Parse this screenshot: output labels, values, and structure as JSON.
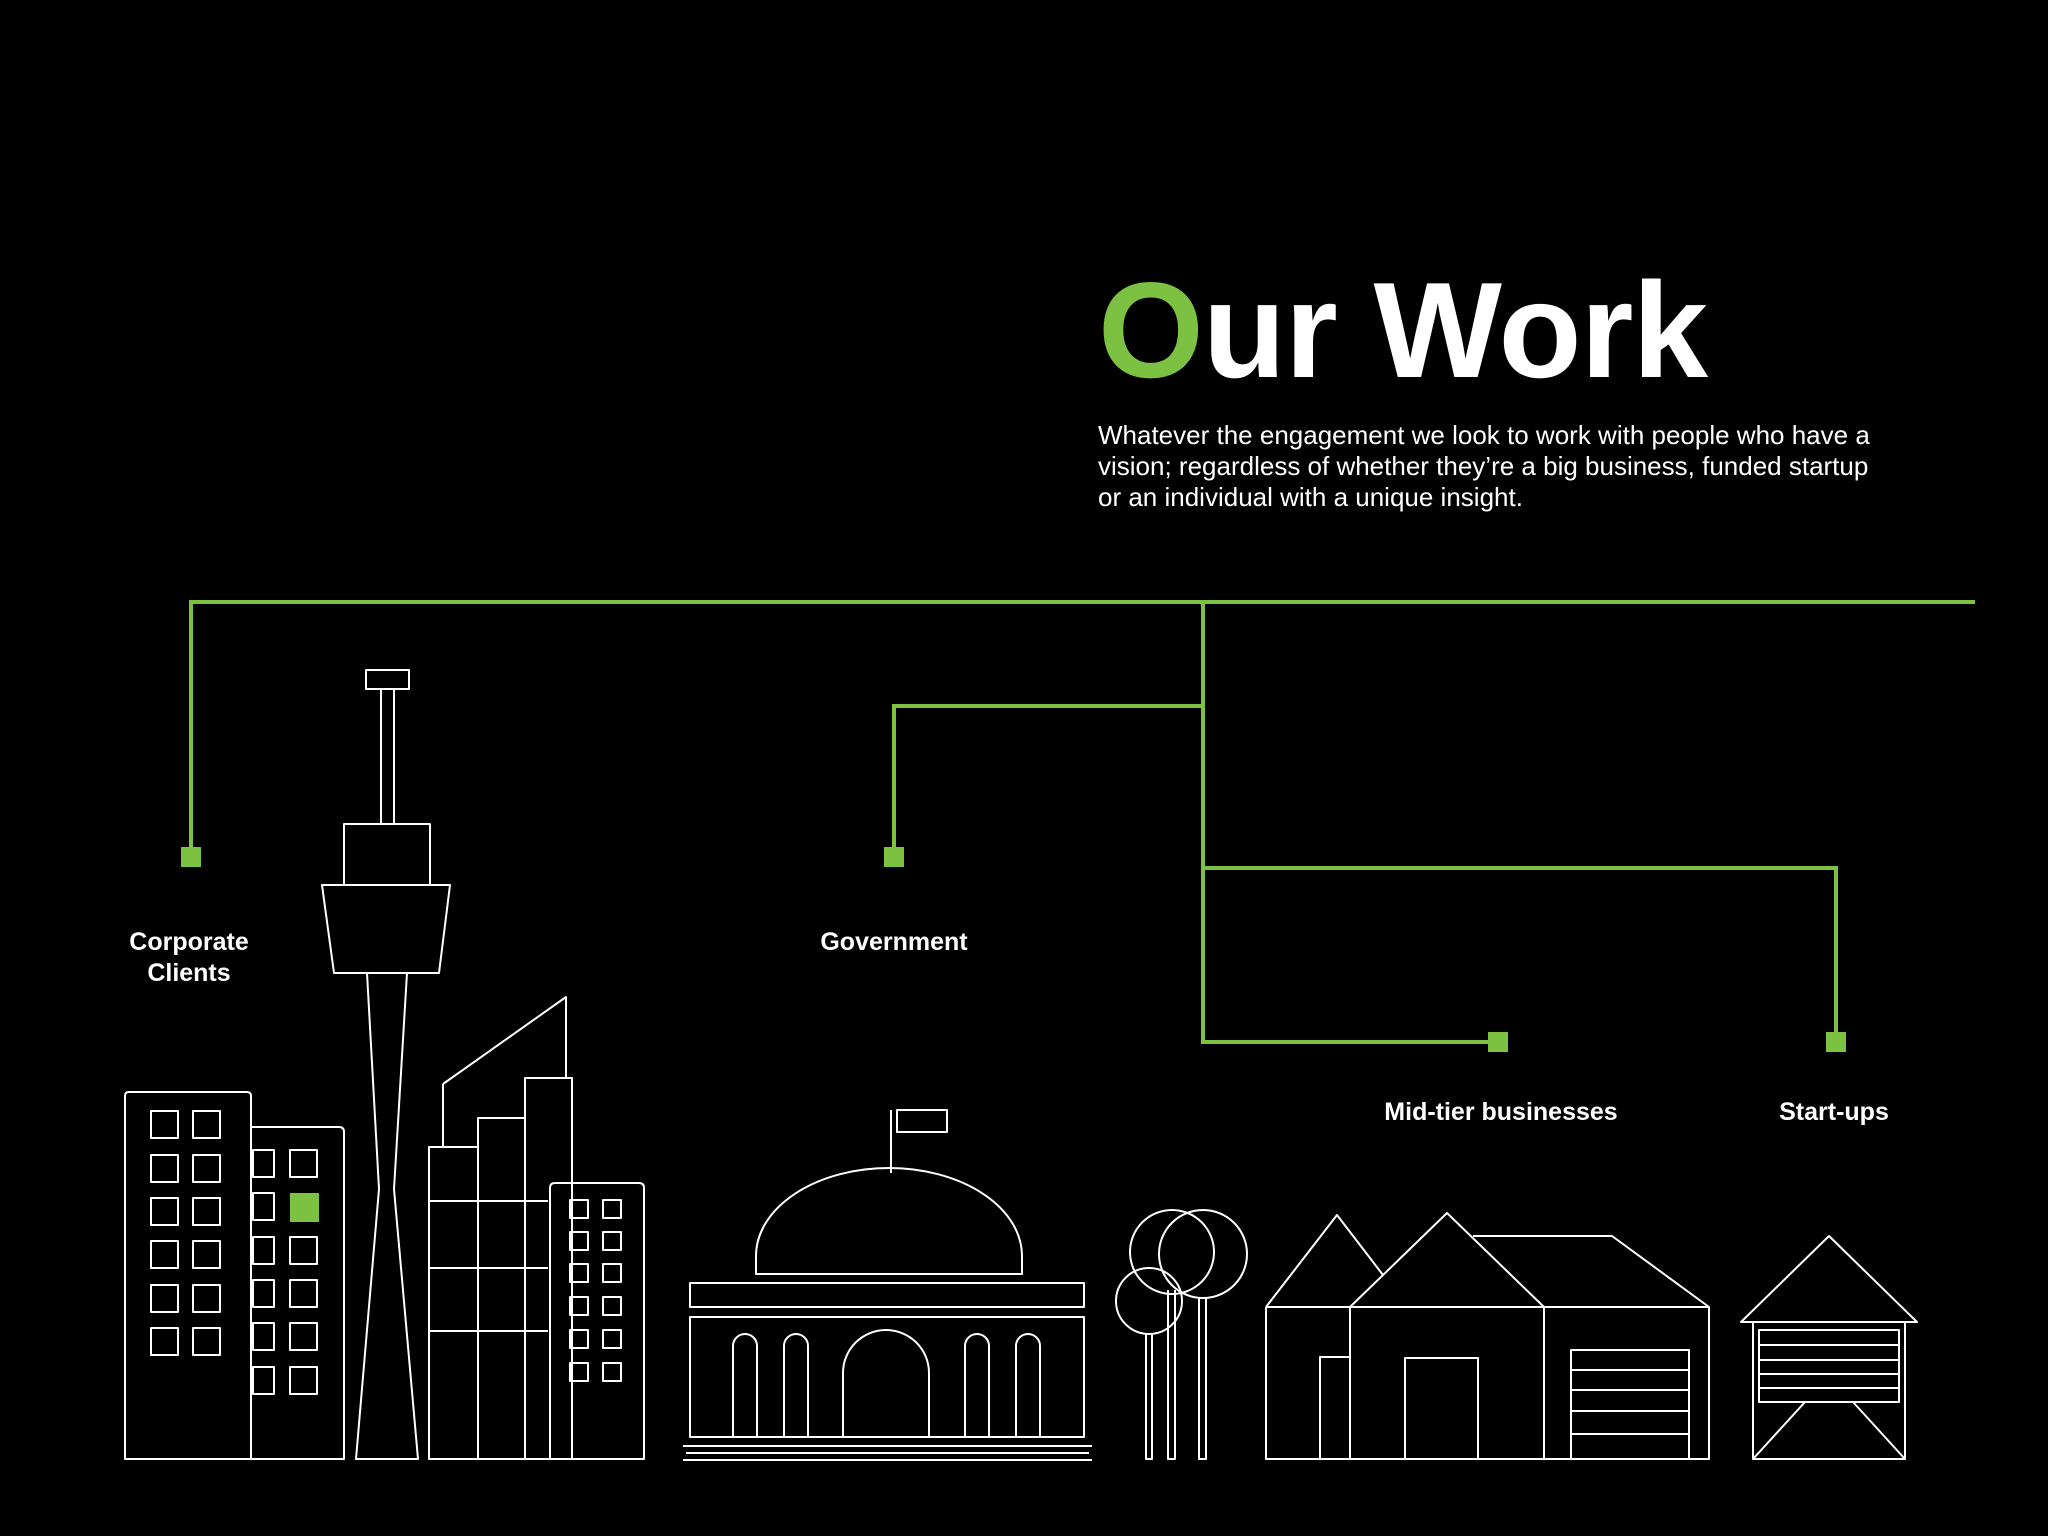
{
  "title": {
    "accent_letter": "O",
    "rest": "ur Work"
  },
  "intro": {
    "lines": [
      "Whatever the engagement we look to work with people who have a",
      "vision; regardless of whether they’re a big business, funded startup",
      "or an individual with a unique insight."
    ]
  },
  "segments": {
    "corporate": {
      "line1": "Corporate",
      "line2": "Clients"
    },
    "government": {
      "label": "Government"
    },
    "midtier": {
      "label": "Mid-tier businesses"
    },
    "startups": {
      "label": "Start-ups"
    }
  },
  "colors": {
    "background": "#000000",
    "accent": "#7dc142",
    "text": "#ffffff"
  },
  "icons": [
    "city-skyline-icon",
    "tower-icon",
    "government-dome-icon",
    "trees-icon",
    "house-icon",
    "garage-icon"
  ]
}
